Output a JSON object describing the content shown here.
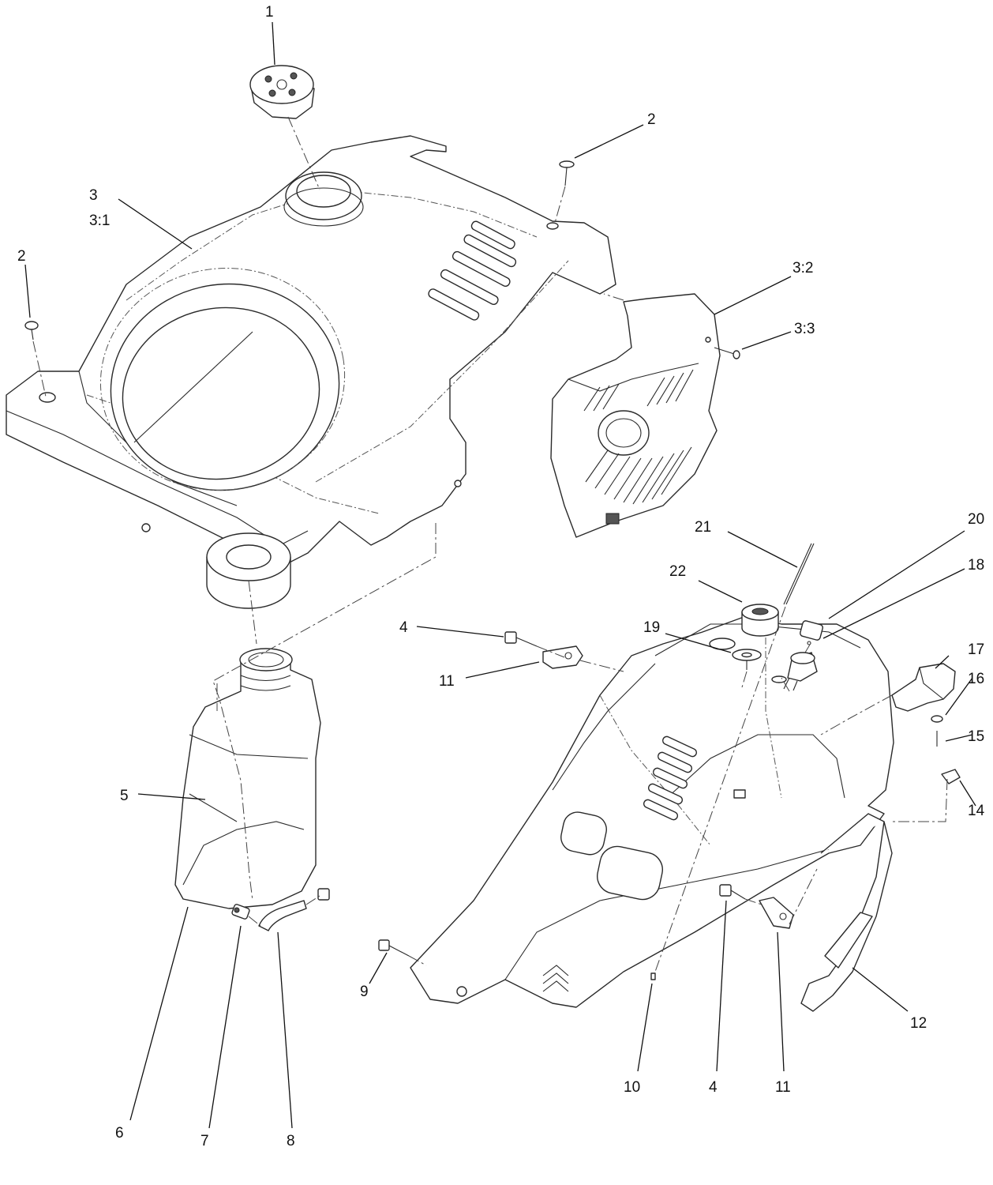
{
  "diagram": {
    "callouts": {
      "c1": "1",
      "c2a": "2",
      "c2b": "2",
      "c3": "3",
      "c3_1": "3:1",
      "c3_2": "3:2",
      "c3_3": "3:3",
      "c4a": "4",
      "c4b": "4",
      "c5": "5",
      "c6": "6",
      "c7": "7",
      "c8": "8",
      "c9": "9",
      "c10": "10",
      "c11a": "11",
      "c11b": "11",
      "c12": "12",
      "c14": "14",
      "c15": "15",
      "c16": "16",
      "c17": "17",
      "c18": "18",
      "c19": "19",
      "c20": "20",
      "c21": "21",
      "c22": "22"
    }
  }
}
